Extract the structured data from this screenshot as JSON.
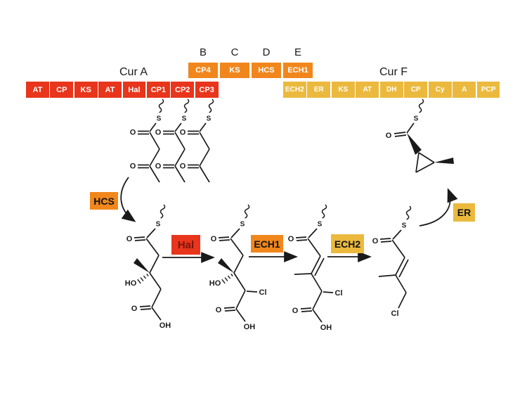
{
  "clusters": {
    "curA": {
      "label": "Cur A",
      "domains": [
        "AT",
        "CP",
        "KS",
        "AT",
        "Hal",
        "CP1",
        "CP2",
        "CP3"
      ]
    },
    "curBCDE": {
      "letters": [
        "B",
        "C",
        "D",
        "E"
      ],
      "domains": [
        "CP4",
        "KS",
        "HCS",
        "ECH1"
      ]
    },
    "curF": {
      "label": "Cur F",
      "domains": [
        "ECH2",
        "ER",
        "KS",
        "AT",
        "DH",
        "CP",
        "Cy",
        "A",
        "PCP"
      ]
    }
  },
  "reaction_steps": {
    "hcs": "HCS",
    "hal": "Hal",
    "ech1": "ECH1",
    "ech2": "ECH2",
    "er": "ER"
  },
  "atoms": {
    "s": "S",
    "o": "O",
    "ho": "HO",
    "oh": "OH",
    "cl": "Cl"
  },
  "colors": {
    "red": "#E8351B",
    "orange": "#F1871C",
    "yellow": "#EBB93D",
    "hal_text": "#7E130B",
    "bond": "#1A1A1A"
  }
}
